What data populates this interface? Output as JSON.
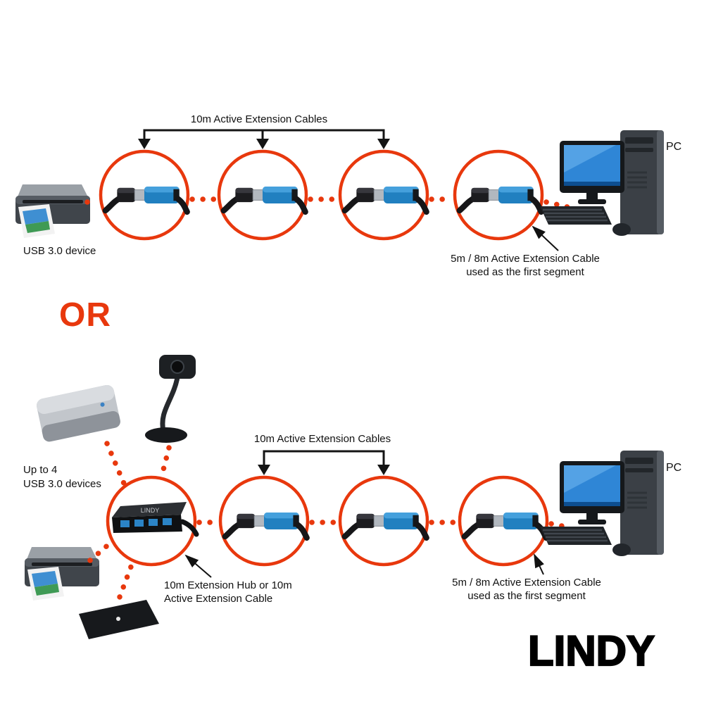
{
  "colors": {
    "accent_red": "#e8380d",
    "cable_blue": "#2180c0",
    "screen_blue": "#2f86d6",
    "ink_black": "#111111"
  },
  "top_diagram": {
    "bracket_label": "10m Active Extension Cables",
    "device_label": "USB 3.0 device",
    "pc_label": "PC",
    "annotation": "5m / 8m Active Extension Cable\nused as the first segment"
  },
  "or_label": "OR",
  "bottom_diagram": {
    "bracket_label": "10m Active Extension Cables",
    "devices_label": "Up to 4\nUSB 3.0 devices",
    "hub_annotation": "10m Extension Hub or 10m\nActive Extension Cable",
    "pc_label": "PC",
    "annotation": "5m / 8m Active Extension Cable\nused as the first segment"
  },
  "hub_brand": "LINDY",
  "logo": "LINDY"
}
